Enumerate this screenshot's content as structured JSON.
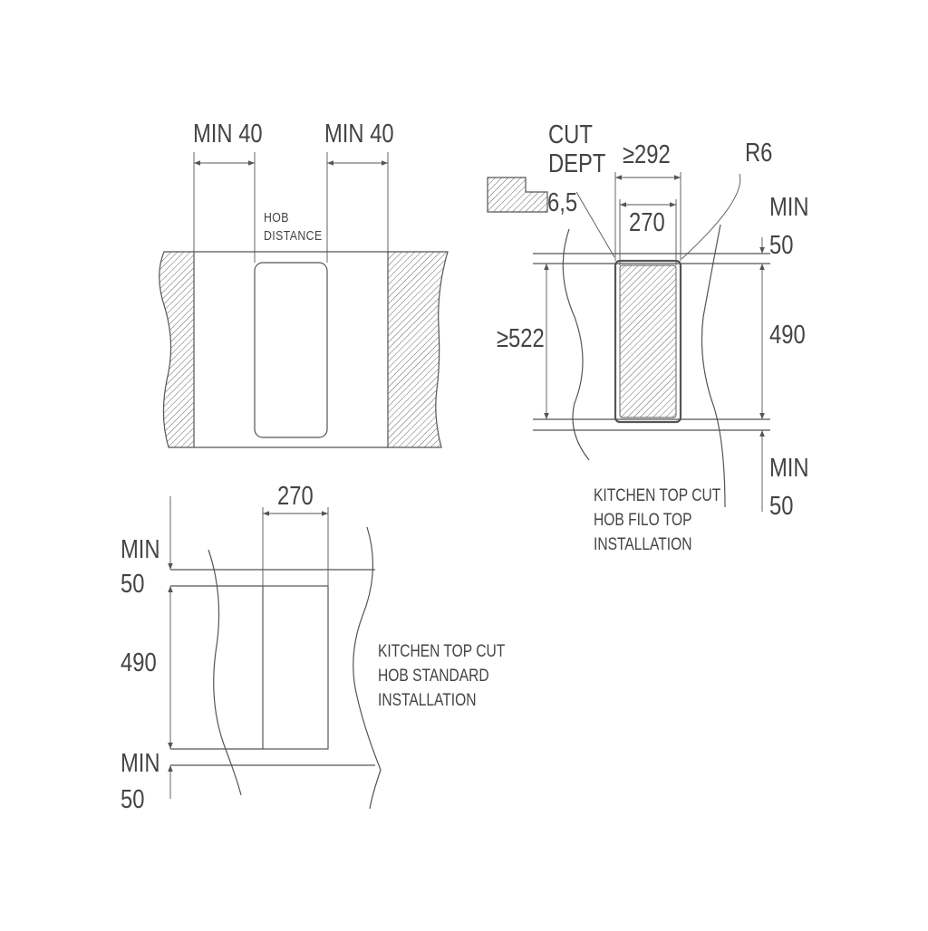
{
  "colors": {
    "stroke": "#555555",
    "hatch": "#666666",
    "background": "#ffffff"
  },
  "hob_distance_view": {
    "min_left": "MIN 40",
    "min_right": "MIN 40",
    "label_lines": [
      "HOB",
      "DISTANCE"
    ]
  },
  "filo_top_view": {
    "cut_dept_lines": [
      "CUT",
      "DEPT"
    ],
    "cut_depth_value": "6,5",
    "width_outer": "≥292",
    "width_inner": "270",
    "radius": "R6",
    "min_top_lines": [
      "MIN",
      "50"
    ],
    "depth_inner": "490",
    "depth_outer": "≥522",
    "min_bottom_lines": [
      "MIN",
      "50"
    ],
    "caption_lines": [
      "KITCHEN TOP CUT",
      "HOB FILO TOP",
      "INSTALLATION"
    ]
  },
  "standard_view": {
    "width": "270",
    "min_top_lines": [
      "MIN",
      "50"
    ],
    "depth": "490",
    "min_bottom_lines": [
      "MIN",
      "50"
    ],
    "caption_lines": [
      "KITCHEN TOP CUT",
      "HOB STANDARD",
      "INSTALLATION"
    ]
  }
}
